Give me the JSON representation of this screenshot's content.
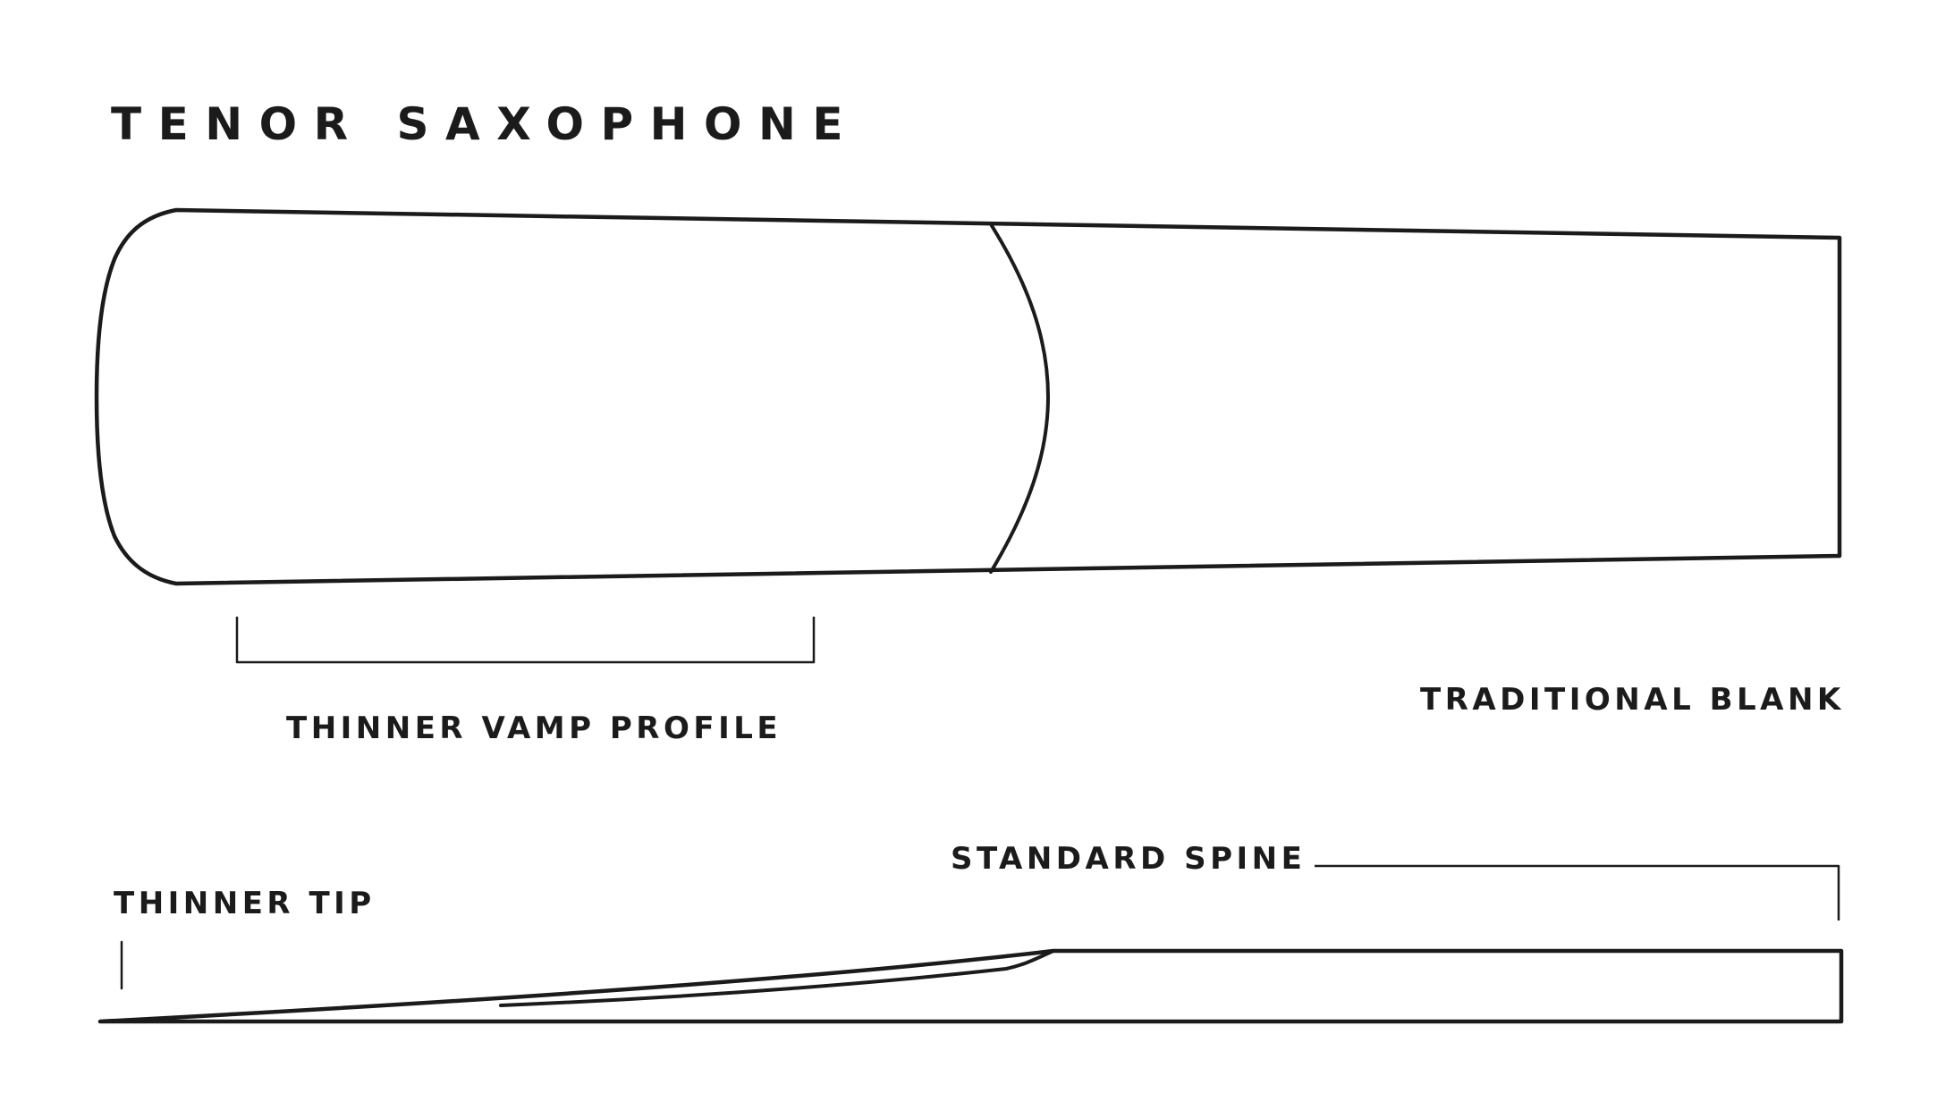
{
  "diagram": {
    "title": "TENOR SAXOPHONE",
    "stroke_color": "#1b1b1b",
    "background_color": "#ffffff",
    "top_view": {
      "labels": {
        "vamp": "THINNER VAMP PROFILE",
        "blank": "TRADITIONAL BLANK"
      }
    },
    "side_view": {
      "labels": {
        "spine": "STANDARD SPINE",
        "tip": "THINNER TIP"
      }
    }
  }
}
